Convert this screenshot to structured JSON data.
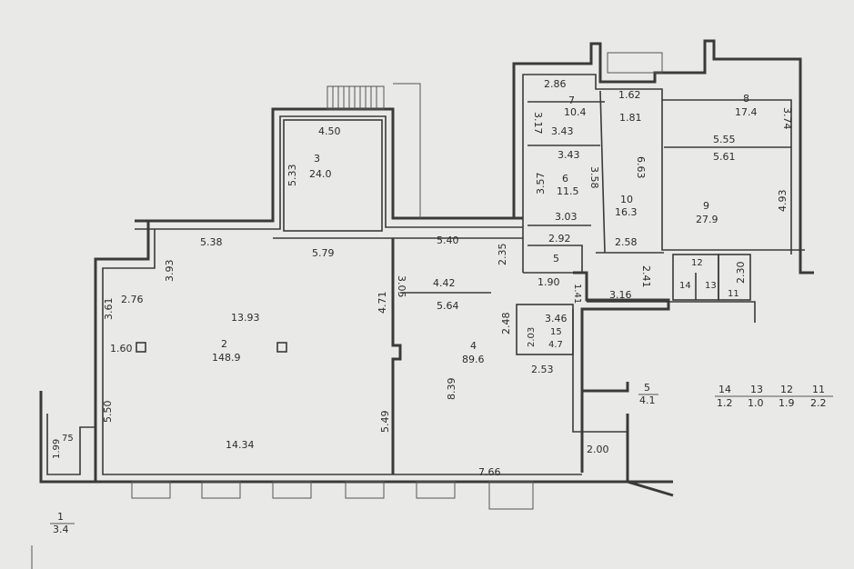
{
  "rooms": [
    {
      "id": "r1",
      "num": "1",
      "area": "3.4"
    },
    {
      "id": "r2",
      "num": "2",
      "area": "148.9"
    },
    {
      "id": "r3",
      "num": "3",
      "area": "24.0"
    },
    {
      "id": "r4",
      "num": "4",
      "area": "89.6"
    },
    {
      "id": "r5",
      "num": "5",
      "area": "4.1"
    },
    {
      "id": "r6",
      "num": "6",
      "area": "11.5"
    },
    {
      "id": "r7",
      "num": "7",
      "area": "10.4"
    },
    {
      "id": "r8",
      "num": "8",
      "area": "17.4"
    },
    {
      "id": "r9",
      "num": "9",
      "area": "27.9"
    },
    {
      "id": "r10",
      "num": "10",
      "area": "16.3"
    },
    {
      "id": "r12",
      "num": "12"
    },
    {
      "id": "r13",
      "num": "13"
    },
    {
      "id": "r14",
      "num": "14"
    },
    {
      "id": "r11",
      "num": "11"
    },
    {
      "id": "r15",
      "num": "15",
      "area": "4.7"
    }
  ],
  "dims": [
    "4.50",
    "5.33",
    "5.38",
    "5.79",
    "3.93",
    "2.76",
    "3.61",
    "1.60",
    "13.93",
    "5.50",
    "14.34",
    "1.99",
    "75",
    "5.40",
    "3.05",
    "4.42",
    "4.71",
    "5.64",
    "2.35",
    "5.49",
    "8.39",
    "7.66",
    "2.48",
    "3.46",
    "2.03",
    "2.53",
    "2.86",
    "3.17",
    "3.43",
    "3.43",
    "3.57",
    "3.58",
    "3.03",
    "2.92",
    "5",
    "1.90",
    "1.41",
    "1.62",
    "1.81",
    "6.63",
    "2.58",
    "2.41",
    "3.16",
    "5.55",
    "3.74",
    "5.61",
    "4.93",
    "2.30",
    "2.00"
  ],
  "explication": {
    "nums": [
      "14",
      "13",
      "12",
      "11"
    ],
    "areas": [
      "1.2",
      "1.0",
      "1.9",
      "2.2"
    ]
  }
}
